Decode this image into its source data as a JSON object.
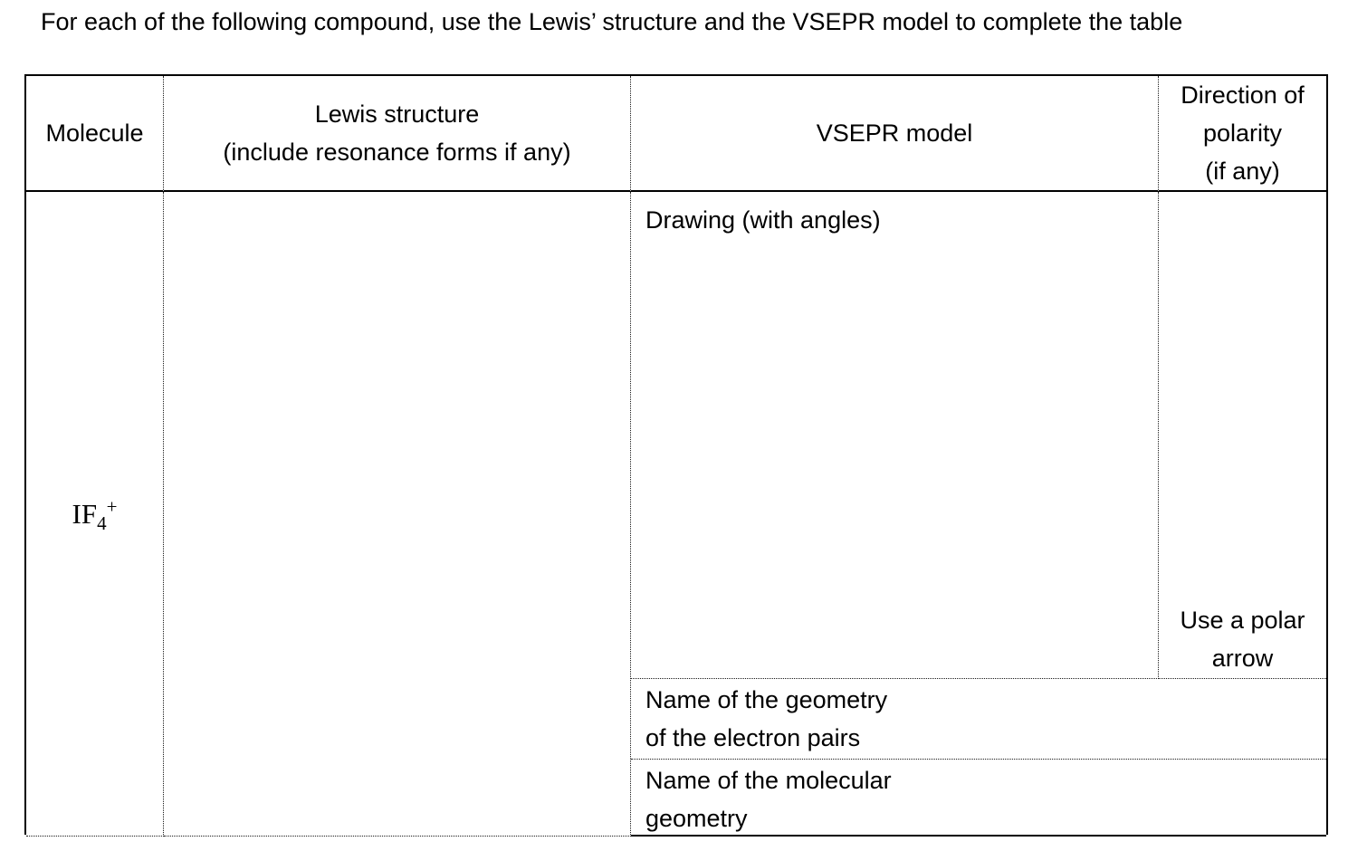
{
  "page": {
    "title": "For each of the following compound, use the Lewis’ structure and the VSEPR model to complete the table"
  },
  "table": {
    "header": {
      "molecule": "Molecule",
      "lewis": {
        "line1": "Lewis structure",
        "line2": "(include resonance forms if any)"
      },
      "vsepr": "VSEPR model",
      "direction": {
        "line1": "Direction of",
        "line2": "polarity",
        "line3": "(if any)"
      }
    },
    "row": {
      "molecule": {
        "base": "IF",
        "subscript": "4",
        "superscript": "+"
      },
      "vsepr": {
        "drawing_label": "Drawing (with angles)",
        "electron_geometry": {
          "line1": "Name of the geometry",
          "line2": "of the electron pairs"
        },
        "molecular_geometry": {
          "line1": "Name of the molecular",
          "line2": "geometry"
        }
      },
      "direction": {
        "hint": {
          "line1": "Use a polar",
          "line2": "arrow"
        }
      }
    }
  },
  "colors": {
    "text": "#000000",
    "border_solid": "#000000",
    "border_dotted": "#1a1a1a",
    "background": "#ffffff"
  }
}
